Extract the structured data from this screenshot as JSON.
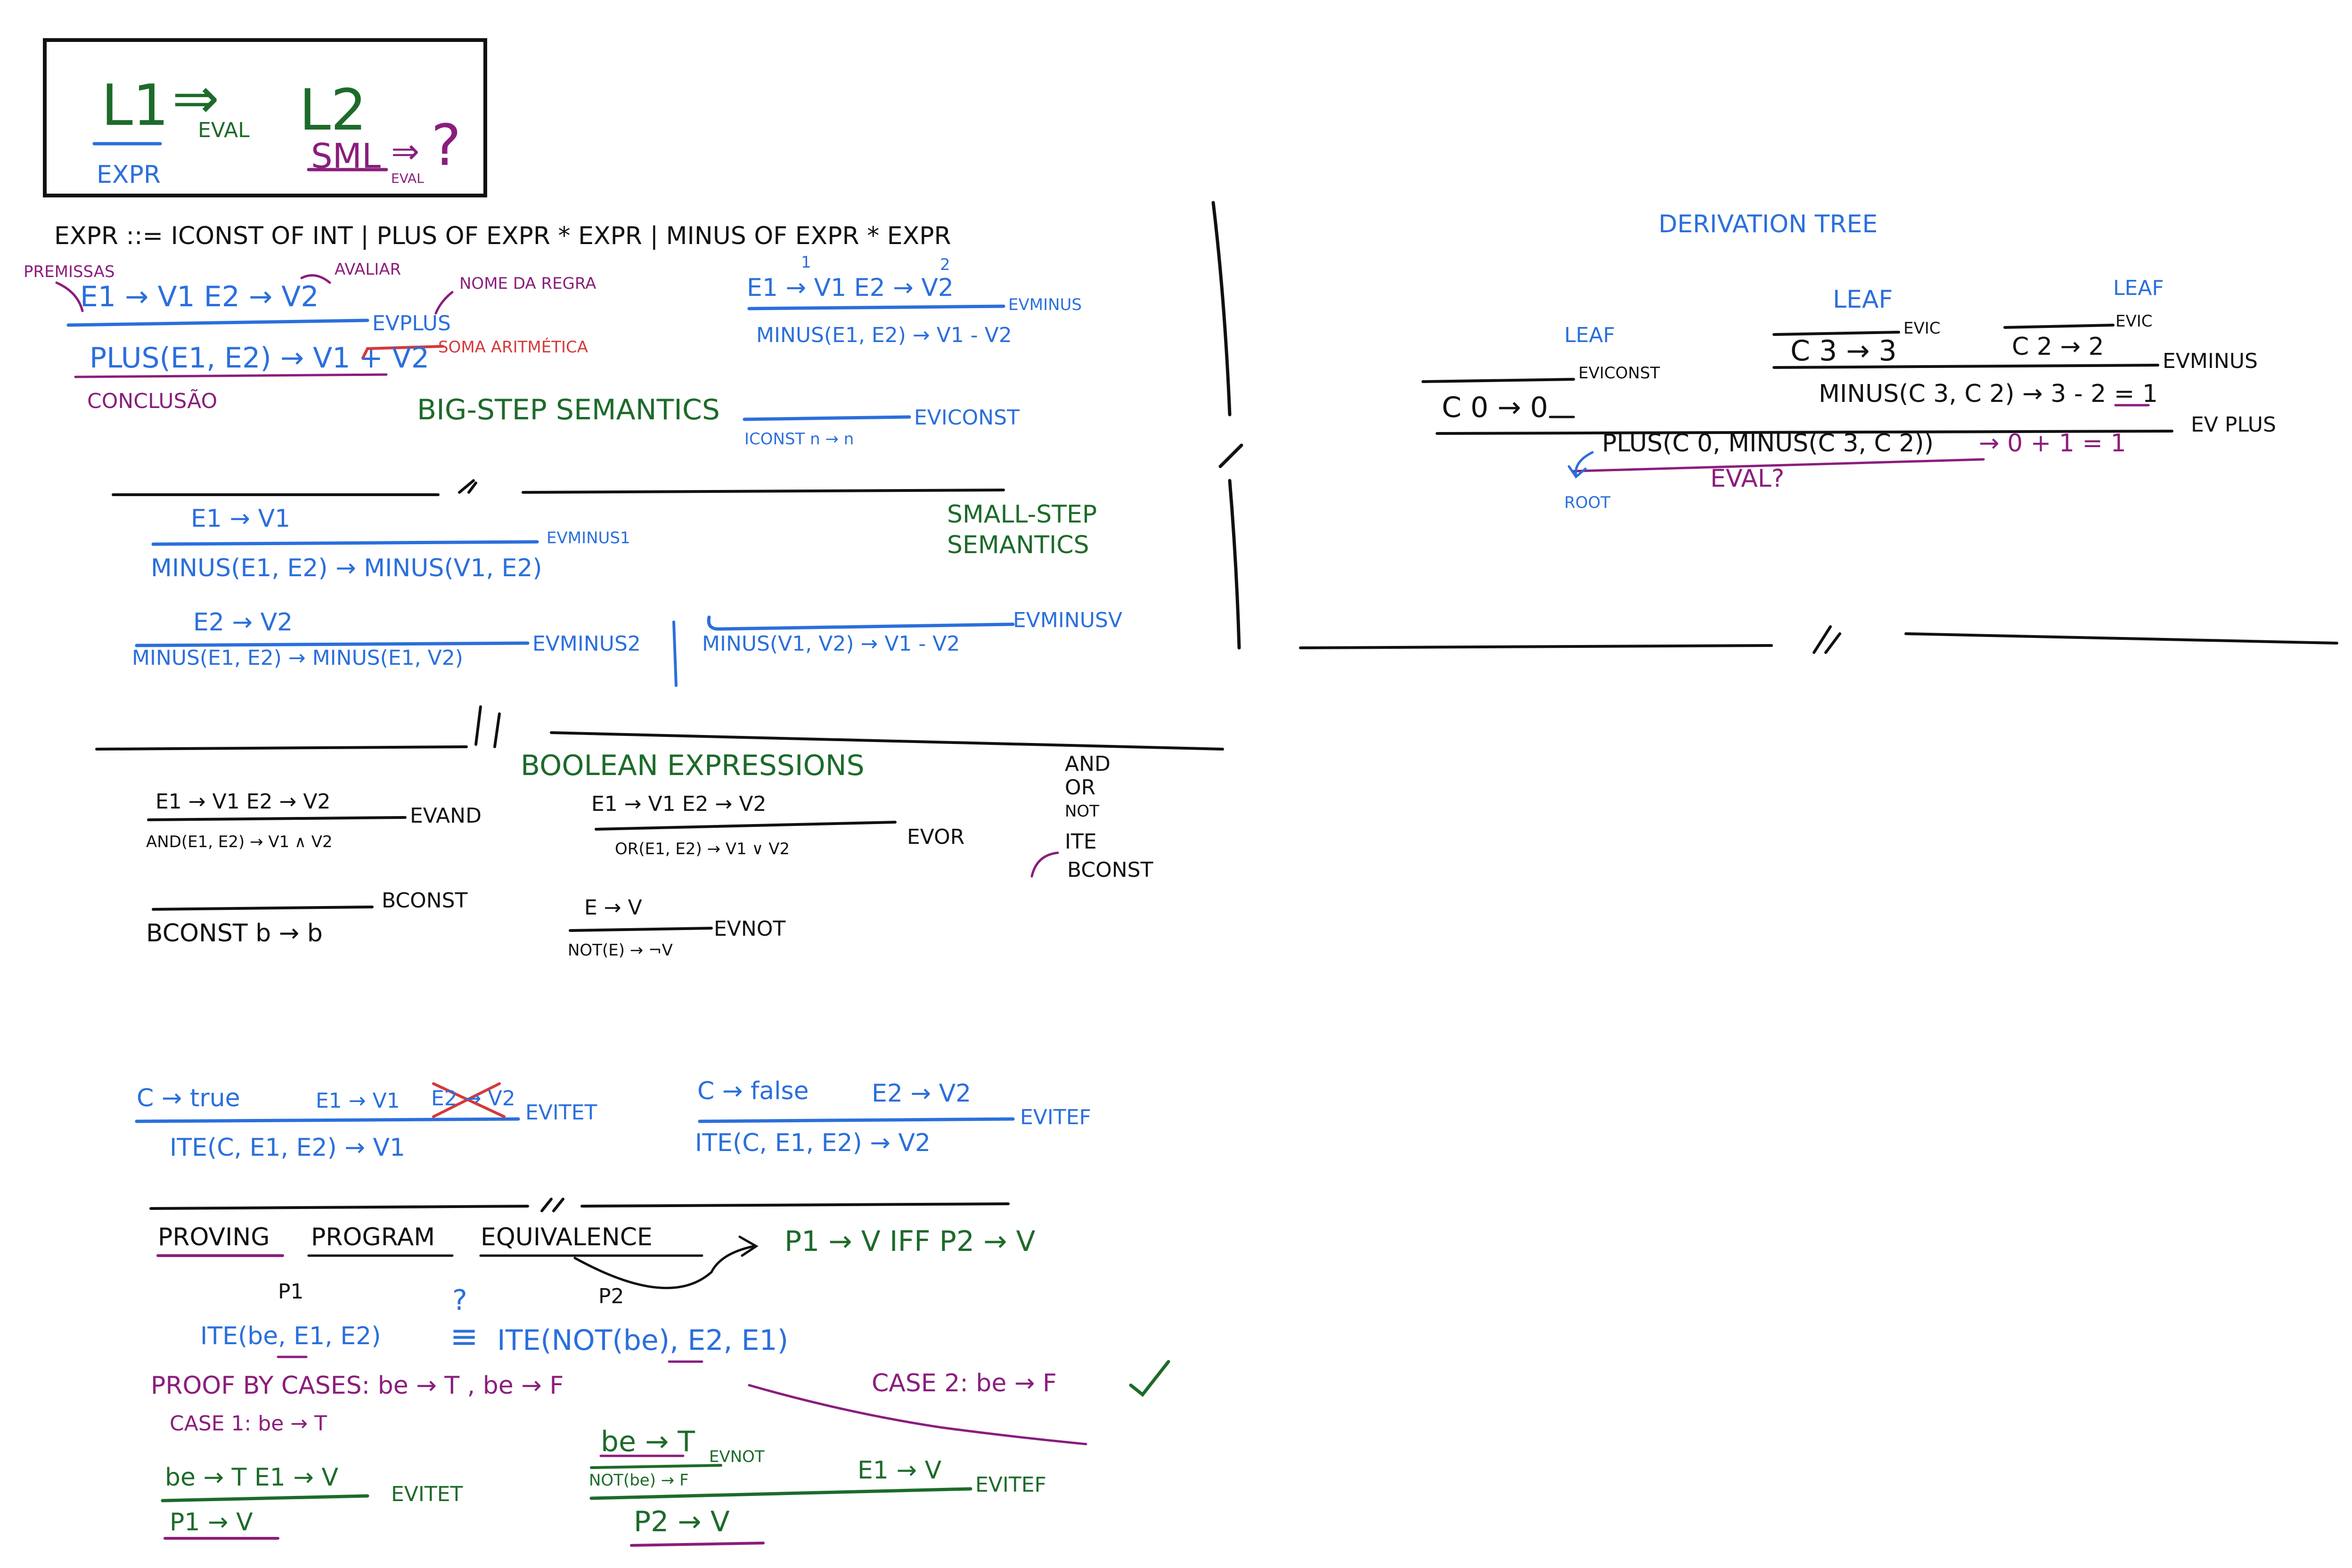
{
  "colors": {
    "ink": "#111111",
    "blue": "#2b6fdc",
    "green": "#1d6b2a",
    "purple": "#8a1e7c",
    "red": "#d43a3a"
  },
  "header": {
    "l1": "L1",
    "arrow": "⇒",
    "eval_sub": "EVAL",
    "l2": "L2",
    "expr": "EXPR",
    "sml": "SML",
    "sml_arrow": "⇒",
    "question": "?",
    "sml_eval": "EVAL"
  },
  "grammar": "EXPR ::=  ICONST OF INT | PLUS OF EXPR * EXPR | MINUS OF EXPR * EXPR",
  "big_step": {
    "premissas": "PREMISSAS",
    "avaliar": "AVALIAR",
    "nome_da_regra": "NOME DA REGRA",
    "soma_aritmetica": "SOMA ARITMÉTICA",
    "plus_premises": "E1 → V1      E2 → V2",
    "plus_rule": "EVPLUS",
    "plus_conclusion": "PLUS(E1, E2) → V1 + V2",
    "conclusao": "CONCLUSÃO",
    "title": "BIG-STEP SEMANTICS",
    "minus_index1": "1",
    "minus_index2": "2",
    "minus_premises": "E1 → V1     E2 → V2",
    "minus_rule": "EVMINUS",
    "minus_conclusion": "MINUS(E1, E2) → V1 - V2",
    "iconst_rule": "EVICONST",
    "iconst_conclusion": "ICONST n → n"
  },
  "derivation_tree": {
    "title": "DERIVATION TREE",
    "leaf1": "LEAF",
    "leaf2": "LEAF",
    "leaf3": "LEAF",
    "c0": "C 0 → 0",
    "c0_rule": "EVICONST",
    "c3": "C 3 → 3",
    "c3_rule": "EVIC",
    "c2": "C 2 → 2",
    "c2_rule": "EVIC",
    "minus_node": "MINUS(C 3, C 2) → 3 - 2 = 1",
    "minus_rule": "EVMINUS",
    "plus_node": "PLUS(C 0, MINUS(C 3, C 2))",
    "plus_result": "→ 0 + 1 = 1",
    "plus_rule": "EV PLUS",
    "root": "ROOT",
    "eval_q": "EVAL?"
  },
  "small_step": {
    "title": "SMALL-STEP SEMANTICS",
    "r1_premise": "E1 → V1",
    "r1_conclusion": "MINUS(E1, E2) → MINUS(V1, E2)",
    "r1_rule": "EVMINUS1",
    "r2_premise": "E2 → V2",
    "r2_conclusion": "MINUS(E1, E2) → MINUS(E1, V2)",
    "r2_rule": "EVMINUS2",
    "r3_conclusion": "MINUS(V1, V2) → V1 - V2",
    "r3_rule": "EVMINUSV"
  },
  "boolean": {
    "title": "BOOLEAN EXPRESSIONS",
    "and_premises": "E1 → V1     E2 → V2",
    "and_conclusion": "AND(E1, E2) → V1 ∧ V2",
    "and_rule": "EVAND",
    "or_premises": "E1 → V1        E2 → V2",
    "or_conclusion": "OR(E1, E2) → V1 ∨ V2",
    "or_rule": "EVOR",
    "list": [
      "AND",
      "OR",
      "NOT",
      "ITE",
      "BCONST"
    ],
    "bconst_conclusion": "BCONST b → b",
    "bconst_rule": "BCONST",
    "not_premise": "E → V",
    "not_conclusion": "NOT(E) → ¬V",
    "not_rule": "EVNOT"
  },
  "ite": {
    "t_prem1": "C → true",
    "t_prem2": "E1 → V1",
    "t_prem3": "E2 → V2",
    "t_conclusion": "ITE(C, E1, E2) → V1",
    "t_rule": "EVITET",
    "f_prem1": "C → false",
    "f_prem2": "E2 → V2",
    "f_conclusion": "ITE(C, E1, E2) → V2",
    "f_rule": "EVITEF"
  },
  "proving": {
    "title_1": "PROVING",
    "title_2": "PROGRAM",
    "title_3": "EQUIVALENCE",
    "statement": "P1 → V  IFF  P2 → V",
    "p1": "P1",
    "p2": "P2",
    "question": "?",
    "lhs": "ITE(be, E1, E2)",
    "eq": "≡",
    "rhs": "ITE(NOT(be), E2, E1)",
    "by_cases": "PROOF BY CASES:  be → T ,  be → F",
    "case1": "CASE 1:  be → T",
    "case2": "CASE 2:  be → F",
    "c1_premises": "be → T   E1 → V",
    "c1_rule": "EVITET",
    "c1_conclusion": "P1 → V",
    "c2_sub_premise": "be → T",
    "c2_sub_rule": "EVNOT",
    "c2_sub_conclusion": "NOT(be) → F",
    "c2_premise2": "E1 → V",
    "c2_rule": "EVITEF",
    "c2_conclusion": "P2 → V"
  }
}
